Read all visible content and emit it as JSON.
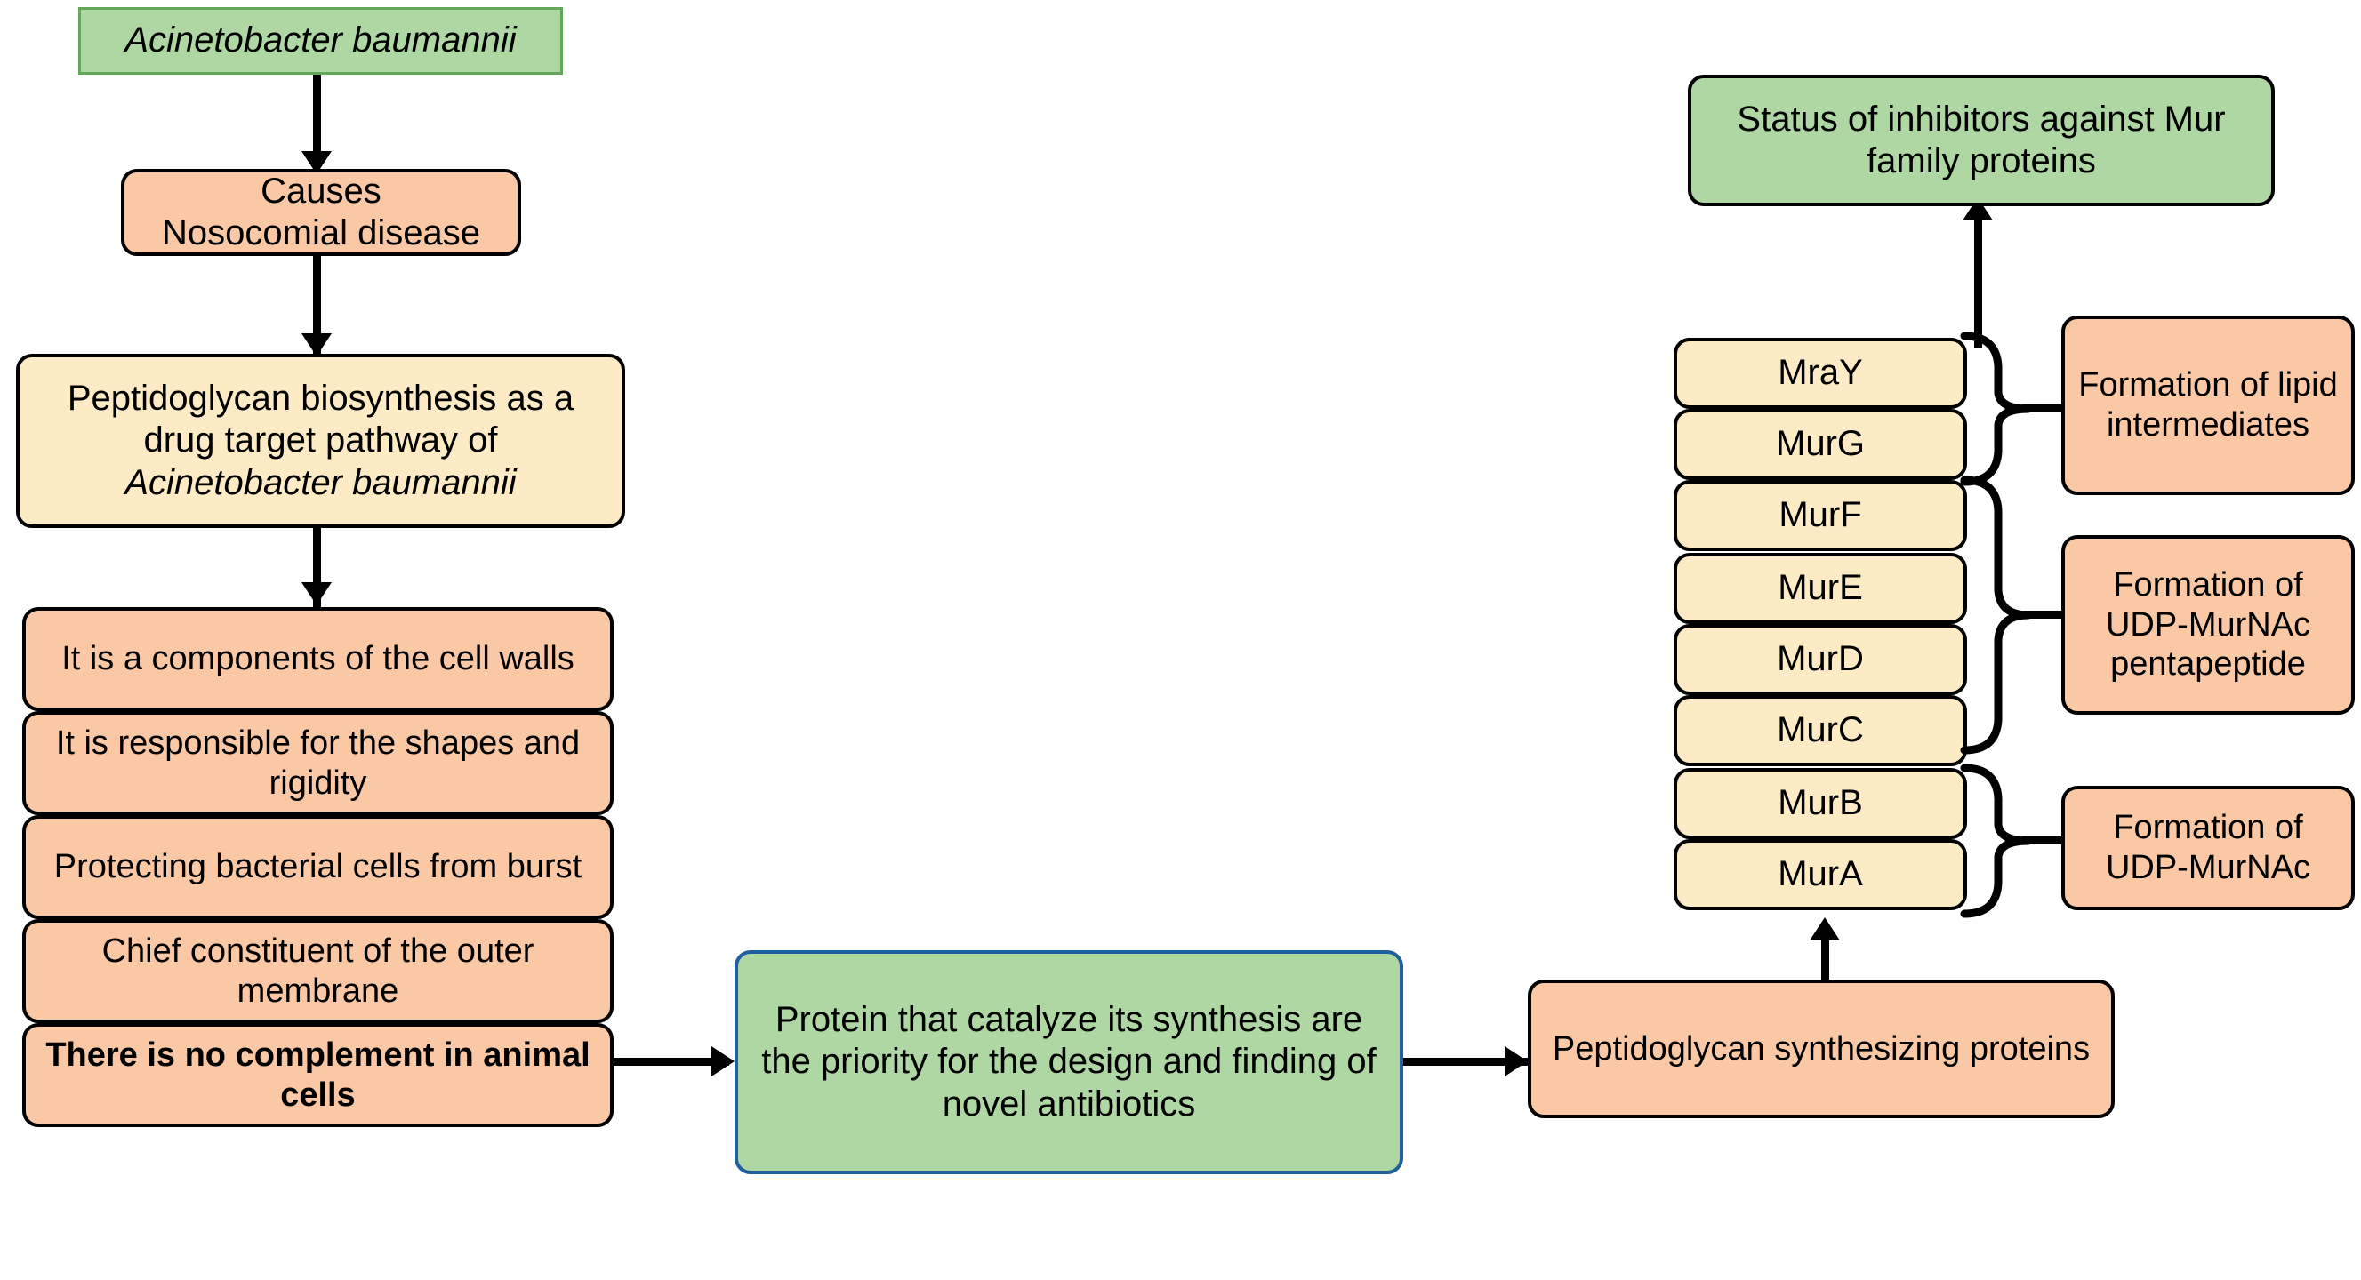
{
  "diagram": {
    "title": "Peptidoglycan biosynthesis as a drug target pathway of Acinetobacter baumannii",
    "colors": {
      "green_fill": "#AFD7A4",
      "orange_fill": "#FAC8A5",
      "cream_fill": "#FCEBC4",
      "outline_black": "#000000",
      "outline_green": "#62A75A",
      "outline_blue": "#1F5FA0",
      "background": "#FFFFFF"
    },
    "left_column": {
      "organism": "Acinetobacter baumannii",
      "causes": "Causes\nNosocomial disease",
      "pathway_line1": "Peptidoglycan biosynthesis as a",
      "pathway_line2": "drug target pathway of",
      "pathway_line3": "Acinetobacter baumannii",
      "properties": [
        "It is a components of the cell walls",
        "It is responsible for the shapes and rigidity",
        "Protecting bacterial cells from burst",
        "Chief constituent of the outer membrane",
        "There is no complement in animal cells"
      ]
    },
    "center": {
      "priority_statement": "Protein that catalyze its synthesis are the priority for the design and finding of novel antibiotics"
    },
    "right_column": {
      "status_box": "Status of inhibitors against Mur family proteins",
      "synthesizing_proteins": "Peptidoglycan synthesizing proteins",
      "proteins": [
        "MraY",
        "MurG",
        "MurF",
        "MurE",
        "MurD",
        "MurC",
        "MurB",
        "MurA"
      ],
      "functions": [
        {
          "label": "Formation of lipid intermediates",
          "groups": [
            "MraY",
            "MurG"
          ]
        },
        {
          "label": "Formation of UDP-MurNAc pentapeptide",
          "groups": [
            "MurF",
            "MurE",
            "MurD",
            "MurC"
          ]
        },
        {
          "label": "Formation of UDP-MurNAc",
          "groups": [
            "MurB",
            "MurA"
          ]
        }
      ]
    }
  }
}
